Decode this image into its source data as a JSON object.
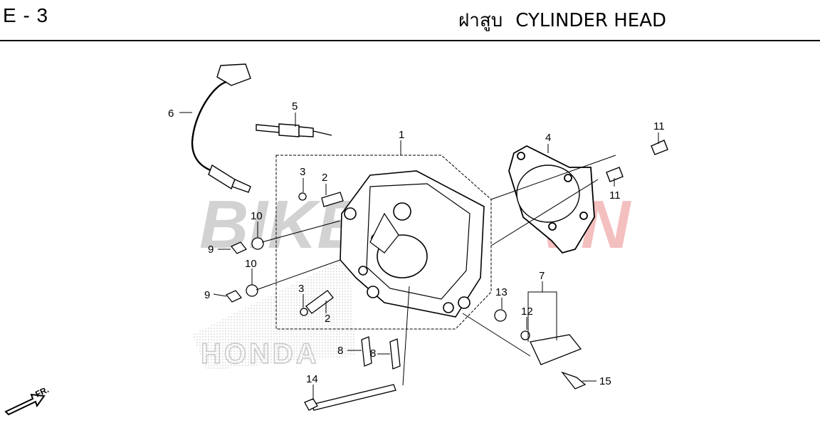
{
  "header": {
    "page_code": "E - 3",
    "title_thai": "ฝาสูบ",
    "title_en": "CYLINDER HEAD"
  },
  "watermark": {
    "text_a": "BIKES",
    "text_b": "VN",
    "honda": "HONDA"
  },
  "direction_label": "FR.",
  "callouts": [
    "1",
    "2",
    "2",
    "3",
    "3",
    "4",
    "5",
    "6",
    "7",
    "8",
    "8",
    "9",
    "9",
    "10",
    "10",
    "11",
    "11",
    "12",
    "13",
    "14",
    "15"
  ],
  "colors": {
    "line": "#000000",
    "watermark_grey": "#c8c8c8",
    "watermark_red": "#f3b9b9",
    "rule": "#000000"
  }
}
